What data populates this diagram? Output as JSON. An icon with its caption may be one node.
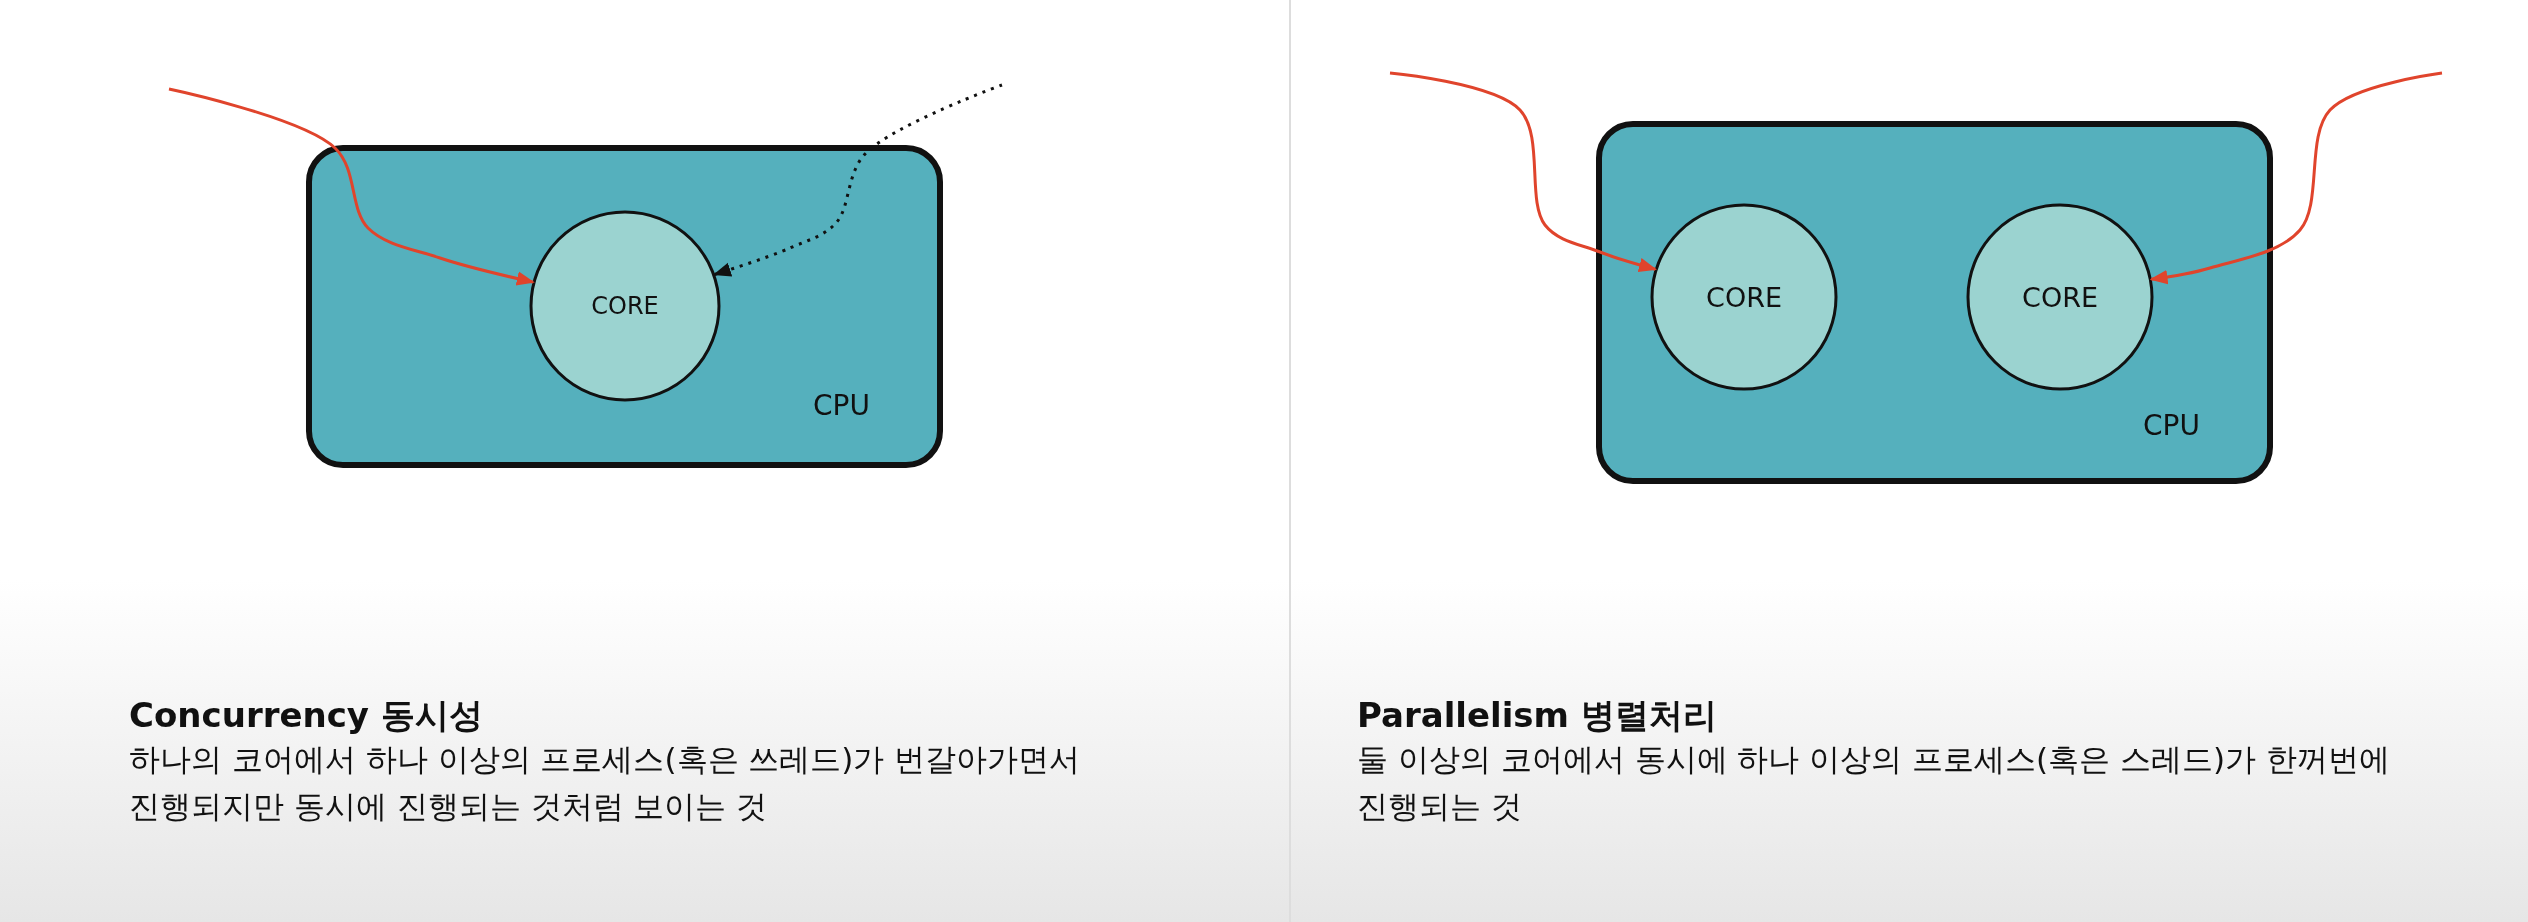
{
  "diagram": {
    "nodes": [
      {
        "text": [
          "CPU"
        ]
      },
      {
        "text": [
          "CORE"
        ],
        "in": 0
      },
      {
        "text": [
          "CPU"
        ]
      },
      {
        "text": [
          "CORE"
        ],
        "in": 2
      },
      {
        "text": [
          "CORE"
        ],
        "in": 2
      }
    ],
    "edges": [
      {
        "from": null,
        "to": 1,
        "arrow": "to"
      },
      {
        "from": null,
        "to": 1,
        "arrow": "to",
        "style": "dashed",
        "color": "#111111"
      },
      {
        "from": null,
        "to": 3,
        "arrow": "to"
      },
      {
        "from": null,
        "to": 4,
        "arrow": "to"
      }
    ],
    "labels": [
      "Concurrency 동시성",
      "하나의 코어에서 하나 이상의 프로세스(혹은 쓰레드)가 번갈아가면서 진행되지만 동시에 진행되는 것처럼 보이는 것",
      "Parallelism 병렬처리",
      "둘 이상의 코어에서 동시에 하나 이상의 프로세스(혹은 스레드)가 한꺼번에 진행되는 것"
    ]
  }
}
